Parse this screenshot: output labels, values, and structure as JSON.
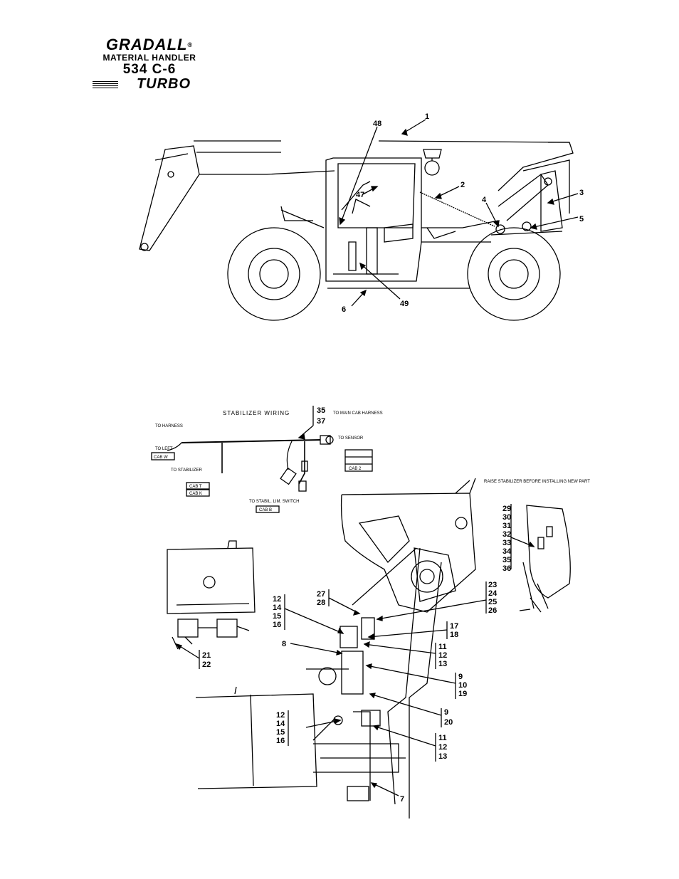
{
  "logo": {
    "brand": "GRADALL",
    "registered": "®",
    "subtitle": "MATERIAL HANDLER",
    "model": "534 C-6",
    "turbo": "TURBO"
  },
  "top_callouts": [
    "1",
    "2",
    "3",
    "4",
    "5",
    "6",
    "47",
    "48",
    "49"
  ],
  "wiring": {
    "title": "STABILIZER WIRING",
    "group_35_37": [
      "35",
      "37"
    ],
    "to_cab_harness": "TO MAIN CAB HARNESS",
    "small_labels": [
      "TO HARNESS",
      "TO LEFT",
      "TO STABILIZER",
      "TO SENSOR",
      "TO STABIL. LIM. SWITCH"
    ],
    "wire_tags": [
      "CAB W",
      "CAB T",
      "CAB K",
      "CAB B",
      "CAB 2"
    ]
  },
  "detail_note": "RAISE STABILIZER BEFORE INSTALLING NEW PART",
  "detail_callouts": {
    "g29_36": [
      "29",
      "30",
      "31",
      "32",
      "33",
      "34",
      "35",
      "36"
    ],
    "g27_28": [
      "27",
      "28"
    ],
    "g23_26": [
      "23",
      "24",
      "25",
      "26"
    ],
    "g12_16a": [
      "12",
      "14",
      "15",
      "16"
    ],
    "g17_18": [
      "17",
      "18"
    ],
    "c8": "8",
    "g11_13a": [
      "11",
      "12",
      "13"
    ],
    "g21_22": [
      "21",
      "22"
    ],
    "g9_19": [
      "9",
      "10",
      "19"
    ],
    "g9_20": [
      "9",
      "20"
    ],
    "g12_16b": [
      "12",
      "14",
      "15",
      "16"
    ],
    "g11_13b": [
      "11",
      "12",
      "13"
    ],
    "c7": "7"
  }
}
